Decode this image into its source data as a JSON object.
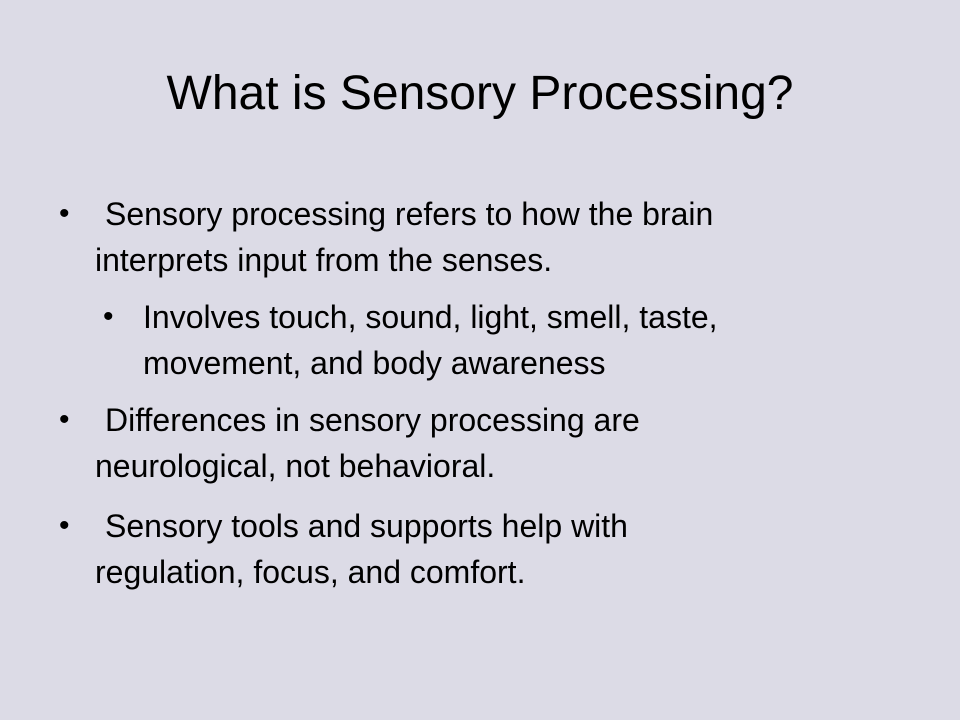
{
  "slide": {
    "title": "What is Sensory Processing?",
    "bullet_symbol": "•",
    "bullets": [
      {
        "level": 1,
        "line1": "Sensory processing refers to how the brain",
        "line2": "interprets input from the senses."
      },
      {
        "level": 2,
        "line1": "Involves touch, sound, light, smell, taste,",
        "line2": "movement, and body awareness"
      },
      {
        "level": 1,
        "line1": "Differences in sensory processing are",
        "line2": "neurological, not behavioral."
      },
      {
        "level": 1,
        "line1": "Sensory tools and supports help with",
        "line2": "regulation, focus, and comfort."
      }
    ]
  },
  "colors": {
    "background": "#dcdbe6",
    "text": "#000000"
  }
}
